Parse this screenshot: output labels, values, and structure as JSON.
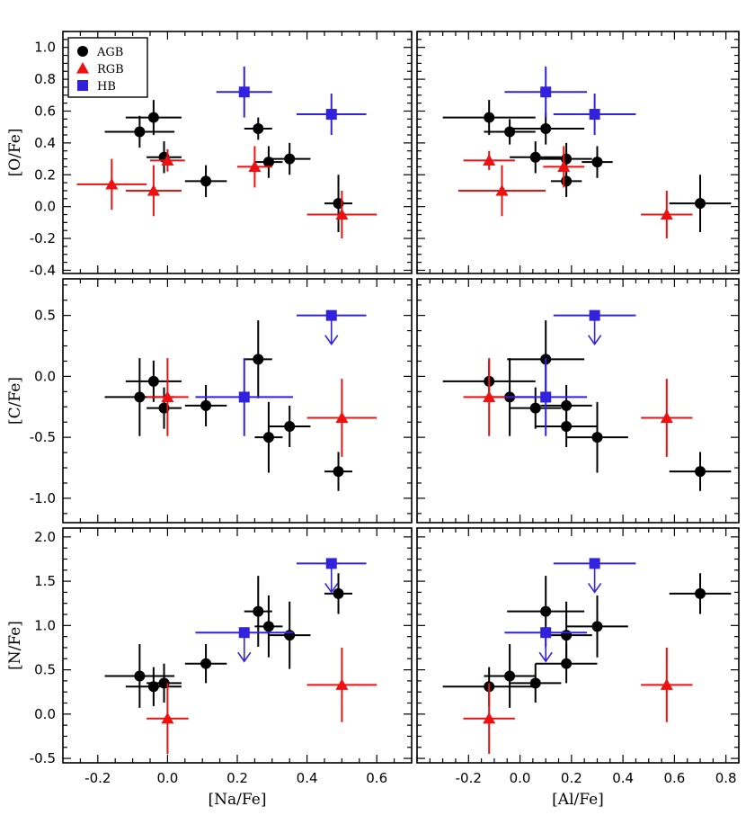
{
  "colors": {
    "AGB": "#000000",
    "RGB": "#ee1111",
    "HB": "#3322dd"
  },
  "legend": [
    {
      "name": "AGB",
      "marker": "circle"
    },
    {
      "name": "RGB",
      "marker": "triangle"
    },
    {
      "name": "HB",
      "marker": "square"
    }
  ],
  "chart_data": [
    {
      "type": "scatter",
      "xlabel": "",
      "ylabel": "[O/Fe]",
      "xlim": [
        -0.3,
        0.7
      ],
      "ylim": [
        -0.42,
        1.1
      ],
      "xticks": [],
      "yticks": [
        "-0.4",
        "-0.2",
        "0.0",
        "0.2",
        "0.4",
        "0.6",
        "0.8",
        "1.0"
      ],
      "legend": true,
      "series": [
        {
          "name": "AGB",
          "points": [
            {
              "x": -0.08,
              "y": 0.47,
              "xerr": 0.1,
              "yerr": 0.1
            },
            {
              "x": -0.04,
              "y": 0.56,
              "xerr": 0.08,
              "yerr": 0.11
            },
            {
              "x": -0.01,
              "y": 0.31,
              "xerr": 0.05,
              "yerr": 0.1
            },
            {
              "x": 0.11,
              "y": 0.16,
              "xerr": 0.06,
              "yerr": 0.1
            },
            {
              "x": 0.26,
              "y": 0.49,
              "xerr": 0.04,
              "yerr": 0.07
            },
            {
              "x": 0.29,
              "y": 0.28,
              "xerr": 0.04,
              "yerr": 0.1
            },
            {
              "x": 0.35,
              "y": 0.3,
              "xerr": 0.06,
              "yerr": 0.1
            },
            {
              "x": 0.49,
              "y": 0.02,
              "xerr": 0.04,
              "yerr": 0.18
            }
          ]
        },
        {
          "name": "RGB",
          "points": [
            {
              "x": -0.16,
              "y": 0.14,
              "xerr": 0.1,
              "yerr": 0.16
            },
            {
              "x": -0.04,
              "y": 0.1,
              "xerr": 0.08,
              "yerr": 0.16
            },
            {
              "x": 0.0,
              "y": 0.29,
              "xerr": 0.05,
              "yerr": 0.07
            },
            {
              "x": 0.25,
              "y": 0.25,
              "xerr": 0.05,
              "yerr": 0.13
            },
            {
              "x": 0.5,
              "y": -0.05,
              "xerr": 0.1,
              "yerr": 0.15
            }
          ]
        },
        {
          "name": "HB",
          "points": [
            {
              "x": 0.22,
              "y": 0.72,
              "xerr": 0.08,
              "yerr": 0.16
            },
            {
              "x": 0.47,
              "y": 0.58,
              "xerr": 0.1,
              "yerr": 0.13
            }
          ]
        }
      ]
    },
    {
      "type": "scatter",
      "xlabel": "",
      "ylabel": "",
      "xlim": [
        -0.4,
        0.85
      ],
      "ylim": [
        -0.42,
        1.1
      ],
      "xticks": [],
      "yticks": [],
      "legend": false,
      "series": [
        {
          "name": "AGB",
          "points": [
            {
              "x": -0.12,
              "y": 0.56,
              "xerr": 0.18,
              "yerr": 0.11
            },
            {
              "x": -0.04,
              "y": 0.47,
              "xerr": 0.1,
              "yerr": 0.08
            },
            {
              "x": 0.06,
              "y": 0.31,
              "xerr": 0.1,
              "yerr": 0.1
            },
            {
              "x": 0.1,
              "y": 0.49,
              "xerr": 0.15,
              "yerr": 0.1
            },
            {
              "x": 0.18,
              "y": 0.3,
              "xerr": 0.1,
              "yerr": 0.1
            },
            {
              "x": 0.18,
              "y": 0.16,
              "xerr": 0.06,
              "yerr": 0.1
            },
            {
              "x": 0.3,
              "y": 0.28,
              "xerr": 0.06,
              "yerr": 0.1
            },
            {
              "x": 0.7,
              "y": 0.02,
              "xerr": 0.12,
              "yerr": 0.18
            }
          ]
        },
        {
          "name": "RGB",
          "points": [
            {
              "x": -0.12,
              "y": 0.29,
              "xerr": 0.1,
              "yerr": 0.06
            },
            {
              "x": -0.07,
              "y": 0.1,
              "xerr": 0.17,
              "yerr": 0.16
            },
            {
              "x": 0.17,
              "y": 0.25,
              "xerr": 0.08,
              "yerr": 0.13
            },
            {
              "x": 0.57,
              "y": -0.05,
              "xerr": 0.1,
              "yerr": 0.15
            }
          ]
        },
        {
          "name": "HB",
          "points": [
            {
              "x": 0.1,
              "y": 0.72,
              "xerr": 0.16,
              "yerr": 0.16
            },
            {
              "x": 0.29,
              "y": 0.58,
              "xerr": 0.16,
              "yerr": 0.13
            }
          ]
        }
      ]
    },
    {
      "type": "scatter",
      "xlabel": "",
      "ylabel": "[C/Fe]",
      "xlim": [
        -0.3,
        0.7
      ],
      "ylim": [
        -1.2,
        0.8
      ],
      "xticks": [],
      "yticks": [
        "-1.0",
        "-0.5",
        "0.0",
        "0.5"
      ],
      "legend": false,
      "series": [
        {
          "name": "AGB",
          "points": [
            {
              "x": -0.08,
              "y": -0.17,
              "xerr": 0.1,
              "yerr": 0.32
            },
            {
              "x": -0.04,
              "y": -0.04,
              "xerr": 0.08,
              "yerr": 0.17
            },
            {
              "x": -0.01,
              "y": -0.26,
              "xerr": 0.05,
              "yerr": 0.17
            },
            {
              "x": 0.11,
              "y": -0.24,
              "xerr": 0.06,
              "yerr": 0.17
            },
            {
              "x": 0.26,
              "y": 0.14,
              "xerr": 0.04,
              "yerr": 0.32
            },
            {
              "x": 0.29,
              "y": -0.5,
              "xerr": 0.04,
              "yerr": 0.29
            },
            {
              "x": 0.35,
              "y": -0.41,
              "xerr": 0.06,
              "yerr": 0.17
            },
            {
              "x": 0.49,
              "y": -0.78,
              "xerr": 0.04,
              "yerr": 0.16
            }
          ]
        },
        {
          "name": "RGB",
          "points": [
            {
              "x": 0.0,
              "y": -0.17,
              "xerr": 0.06,
              "yerr": 0.32
            },
            {
              "x": 0.5,
              "y": -0.34,
              "xerr": 0.1,
              "yerr": 0.32
            }
          ]
        },
        {
          "name": "HB",
          "points": [
            {
              "x": 0.22,
              "y": -0.17,
              "xerr": 0.14,
              "yerr": 0.32
            },
            {
              "x": 0.47,
              "y": 0.5,
              "xerr": 0.1,
              "yerr": 0,
              "upper_limit": true
            }
          ]
        }
      ]
    },
    {
      "type": "scatter",
      "xlabel": "",
      "ylabel": "",
      "xlim": [
        -0.4,
        0.85
      ],
      "ylim": [
        -1.2,
        0.8
      ],
      "xticks": [],
      "yticks": [],
      "legend": false,
      "series": [
        {
          "name": "AGB",
          "points": [
            {
              "x": -0.12,
              "y": -0.04,
              "xerr": 0.18,
              "yerr": 0.17
            },
            {
              "x": -0.04,
              "y": -0.17,
              "xerr": 0.1,
              "yerr": 0.32
            },
            {
              "x": 0.06,
              "y": -0.26,
              "xerr": 0.1,
              "yerr": 0.17
            },
            {
              "x": 0.1,
              "y": 0.14,
              "xerr": 0.15,
              "yerr": 0.32
            },
            {
              "x": 0.18,
              "y": -0.24,
              "xerr": 0.1,
              "yerr": 0.17
            },
            {
              "x": 0.18,
              "y": -0.41,
              "xerr": 0.12,
              "yerr": 0.17
            },
            {
              "x": 0.3,
              "y": -0.5,
              "xerr": 0.12,
              "yerr": 0.29
            },
            {
              "x": 0.7,
              "y": -0.78,
              "xerr": 0.12,
              "yerr": 0.16
            }
          ]
        },
        {
          "name": "RGB",
          "points": [
            {
              "x": -0.12,
              "y": -0.17,
              "xerr": 0.1,
              "yerr": 0.32
            },
            {
              "x": 0.57,
              "y": -0.34,
              "xerr": 0.1,
              "yerr": 0.32
            }
          ]
        },
        {
          "name": "HB",
          "points": [
            {
              "x": 0.1,
              "y": -0.17,
              "xerr": 0.16,
              "yerr": 0.32
            },
            {
              "x": 0.29,
              "y": 0.5,
              "xerr": 0.16,
              "yerr": 0,
              "upper_limit": true
            }
          ]
        }
      ]
    },
    {
      "type": "scatter",
      "xlabel": "[Na/Fe]",
      "ylabel": "[N/Fe]",
      "xlim": [
        -0.3,
        0.7
      ],
      "ylim": [
        -0.55,
        2.1
      ],
      "xticks": [
        "-0.2",
        "0.0",
        "0.2",
        "0.4",
        "0.6"
      ],
      "yticks": [
        "-0.5",
        "0.0",
        "0.5",
        "1.0",
        "1.5",
        "2.0"
      ],
      "legend": false,
      "series": [
        {
          "name": "AGB",
          "points": [
            {
              "x": -0.08,
              "y": 0.43,
              "xerr": 0.1,
              "yerr": 0.36
            },
            {
              "x": -0.04,
              "y": 0.31,
              "xerr": 0.08,
              "yerr": 0.22
            },
            {
              "x": -0.01,
              "y": 0.35,
              "xerr": 0.05,
              "yerr": 0.22
            },
            {
              "x": 0.11,
              "y": 0.57,
              "xerr": 0.06,
              "yerr": 0.22
            },
            {
              "x": 0.26,
              "y": 1.16,
              "xerr": 0.04,
              "yerr": 0.4
            },
            {
              "x": 0.29,
              "y": 0.99,
              "xerr": 0.04,
              "yerr": 0.35
            },
            {
              "x": 0.35,
              "y": 0.89,
              "xerr": 0.06,
              "yerr": 0.38
            },
            {
              "x": 0.49,
              "y": 1.36,
              "xerr": 0.04,
              "yerr": 0.23
            }
          ]
        },
        {
          "name": "RGB",
          "points": [
            {
              "x": 0.0,
              "y": -0.05,
              "xerr": 0.06,
              "yerr": 0.4
            },
            {
              "x": 0.5,
              "y": 0.33,
              "xerr": 0.1,
              "yerr": 0.42
            }
          ]
        },
        {
          "name": "HB",
          "points": [
            {
              "x": 0.22,
              "y": 0.92,
              "xerr": 0.14,
              "yerr": 0,
              "upper_limit": true
            },
            {
              "x": 0.47,
              "y": 1.7,
              "xerr": 0.1,
              "yerr": 0,
              "upper_limit": true
            }
          ]
        }
      ]
    },
    {
      "type": "scatter",
      "xlabel": "[Al/Fe]",
      "ylabel": "",
      "xlim": [
        -0.4,
        0.85
      ],
      "ylim": [
        -0.55,
        2.1
      ],
      "xticks": [
        "-0.2",
        "0.0",
        "0.2",
        "0.4",
        "0.6",
        "0.8"
      ],
      "yticks": [],
      "legend": false,
      "series": [
        {
          "name": "AGB",
          "points": [
            {
              "x": -0.12,
              "y": 0.31,
              "xerr": 0.18,
              "yerr": 0.22
            },
            {
              "x": -0.04,
              "y": 0.43,
              "xerr": 0.1,
              "yerr": 0.36
            },
            {
              "x": 0.06,
              "y": 0.35,
              "xerr": 0.1,
              "yerr": 0.22
            },
            {
              "x": 0.1,
              "y": 1.16,
              "xerr": 0.15,
              "yerr": 0.4
            },
            {
              "x": 0.18,
              "y": 0.89,
              "xerr": 0.1,
              "yerr": 0.38
            },
            {
              "x": 0.18,
              "y": 0.57,
              "xerr": 0.12,
              "yerr": 0.22
            },
            {
              "x": 0.3,
              "y": 0.99,
              "xerr": 0.12,
              "yerr": 0.35
            },
            {
              "x": 0.7,
              "y": 1.36,
              "xerr": 0.12,
              "yerr": 0.23
            }
          ]
        },
        {
          "name": "RGB",
          "points": [
            {
              "x": -0.12,
              "y": -0.05,
              "xerr": 0.1,
              "yerr": 0.4
            },
            {
              "x": 0.57,
              "y": 0.33,
              "xerr": 0.1,
              "yerr": 0.42
            }
          ]
        },
        {
          "name": "HB",
          "points": [
            {
              "x": 0.1,
              "y": 0.92,
              "xerr": 0.16,
              "yerr": 0,
              "upper_limit": true
            },
            {
              "x": 0.29,
              "y": 1.7,
              "xerr": 0.16,
              "yerr": 0,
              "upper_limit": true
            }
          ]
        }
      ]
    }
  ]
}
